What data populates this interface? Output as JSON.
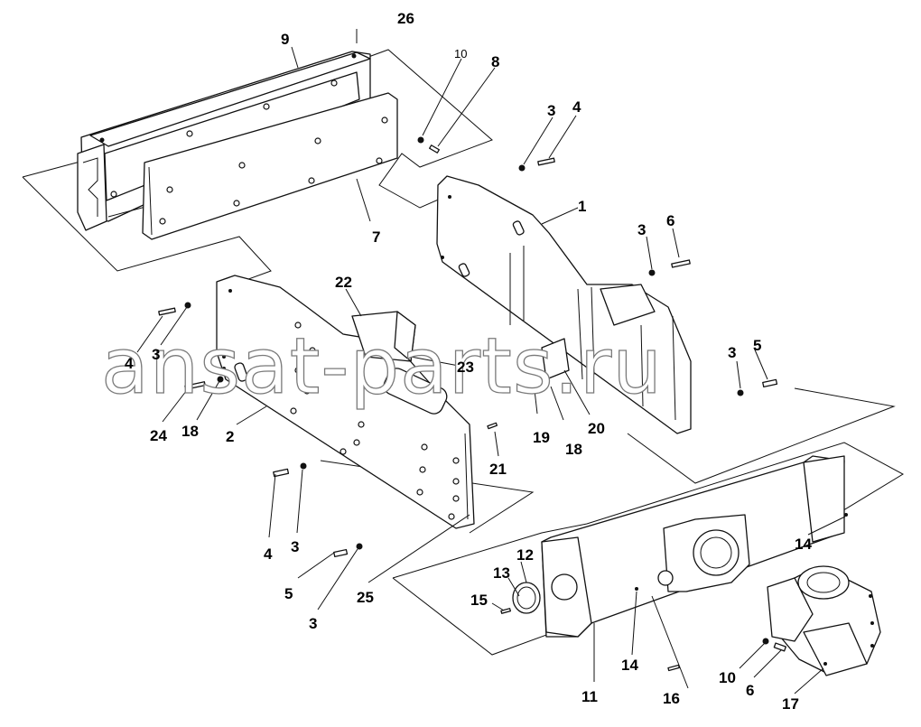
{
  "watermark": "ansat-parts.ru",
  "callouts": {
    "c26": "26",
    "c9": "9",
    "c10a": "10",
    "c8": "8",
    "c7": "7",
    "c3a": "3",
    "c4a": "4",
    "c1": "1",
    "c3b": "3",
    "c6a": "6",
    "c22": "22",
    "c23": "23",
    "c4b": "4",
    "c3c": "3",
    "c24": "24",
    "c18a": "18",
    "c2": "2",
    "c21": "21",
    "c19": "19",
    "c18b": "18",
    "c20": "20",
    "c3d": "3",
    "c5a": "5",
    "c4c": "4",
    "c3e": "3",
    "c5b": "5",
    "c3f": "3",
    "c25": "25",
    "c14a": "14",
    "c12": "12",
    "c13": "13",
    "c15": "15",
    "c14b": "14",
    "c11": "11",
    "c16": "16",
    "c10b": "10",
    "c6b": "6",
    "c17": "17"
  }
}
